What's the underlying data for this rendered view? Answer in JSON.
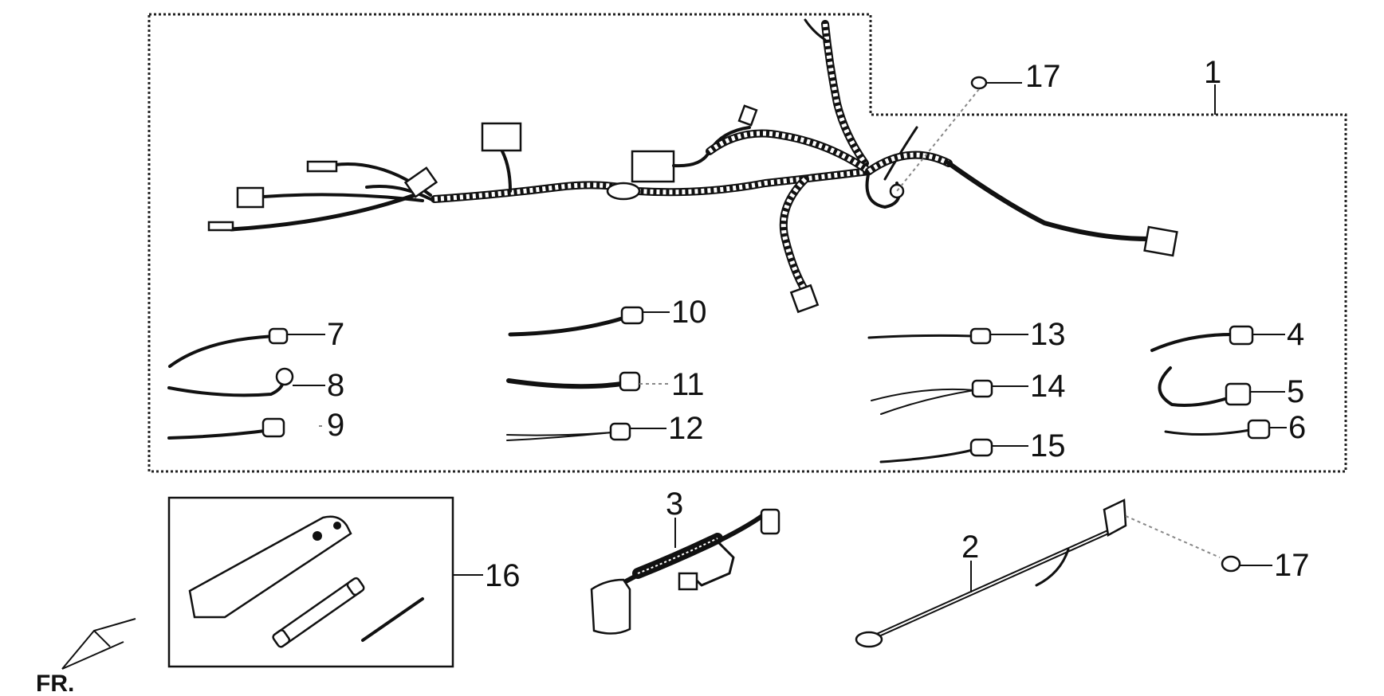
{
  "callouts": {
    "c1": "1",
    "c2": "2",
    "c3": "3",
    "c4": "4",
    "c5": "5",
    "c6": "6",
    "c7": "7",
    "c8": "8",
    "c9": "9",
    "c10": "10",
    "c11": "11",
    "c12": "12",
    "c13": "13",
    "c14": "14",
    "c15": "15",
    "c16": "16",
    "c17a": "17",
    "c17b": "17"
  },
  "direction_marker": "FR."
}
